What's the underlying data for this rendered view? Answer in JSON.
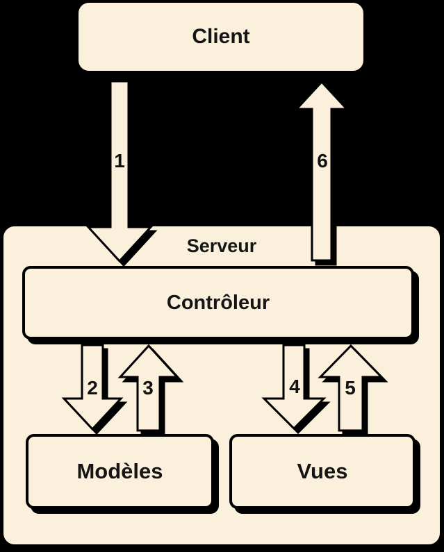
{
  "diagram_type": "mvc-client-server-flow",
  "colors": {
    "background": "#000000",
    "box_fill": "#FAF0DC",
    "outline": "#000000",
    "text": "#151515"
  },
  "nodes": {
    "client": {
      "label": "Client"
    },
    "server": {
      "label": "Serveur"
    },
    "controller": {
      "label": "Contrôleur"
    },
    "models": {
      "label": "Modèles"
    },
    "views": {
      "label": "Vues"
    }
  },
  "arrows": [
    {
      "label": "1",
      "direction": "down",
      "from": "Client",
      "to": "Contrôleur"
    },
    {
      "label": "2",
      "direction": "down",
      "from": "Contrôleur",
      "to": "Modèles"
    },
    {
      "label": "3",
      "direction": "up",
      "from": "Modèles",
      "to": "Contrôleur"
    },
    {
      "label": "4",
      "direction": "down",
      "from": "Contrôleur",
      "to": "Vues"
    },
    {
      "label": "5",
      "direction": "up",
      "from": "Vues",
      "to": "Contrôleur"
    },
    {
      "label": "6",
      "direction": "up",
      "from": "Contrôleur",
      "to": "Client"
    }
  ]
}
